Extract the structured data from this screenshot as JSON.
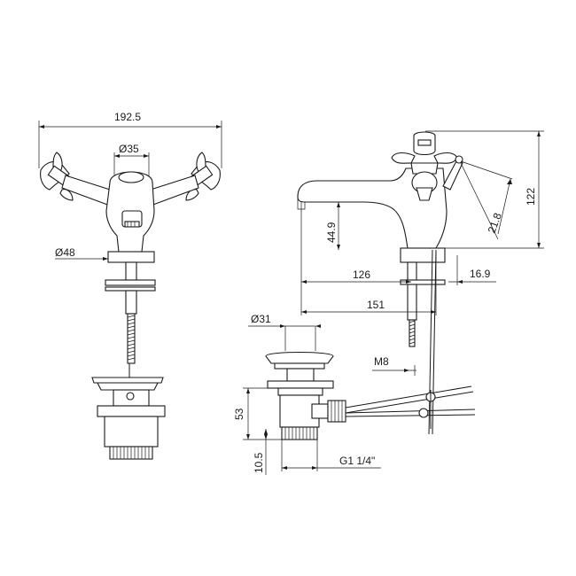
{
  "dimensions": {
    "overall_width": "192.5",
    "body_diameter": "Ø35",
    "base_diameter": "Ø48",
    "height": "122",
    "spout_height": "44.9",
    "lever_offset": "21.8",
    "spout_reach": "126",
    "total_reach": "151",
    "rod_offset": "16.9",
    "waste_diameter": "Ø31",
    "rod_thread": "M8",
    "waste_height": "53",
    "thread_height": "10.5",
    "waste_thread": "G1 1/4\""
  },
  "colors": {
    "line": "#1a1a1a",
    "background": "#ffffff"
  }
}
